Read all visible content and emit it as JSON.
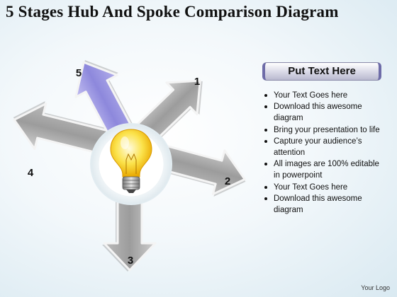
{
  "title": "5 Stages Hub And Spoke Comparison Diagram",
  "diagram": {
    "stages": [
      {
        "label": "1",
        "icon": "arrow-up-right"
      },
      {
        "label": "2",
        "icon": "arrow-right"
      },
      {
        "label": "3",
        "icon": "arrow-down"
      },
      {
        "label": "4",
        "icon": "arrow-left"
      },
      {
        "label": "5",
        "icon": "arrow-up-left",
        "highlighted": true
      }
    ],
    "hub_icon": "light-bulb-icon",
    "colors": {
      "arrow_gray": "#a8a8a8",
      "arrow_highlight": "#a6a2e6",
      "bulb": "#f7d21e"
    }
  },
  "panel": {
    "header": "Put Text Here",
    "bullets": [
      "Your Text Goes here",
      "Download this awesome diagram",
      "Bring your presentation to life",
      "Capture your audience’s attention",
      "All images are 100% editable in powerpoint",
      "Your Text Goes here",
      "Download this awesome diagram"
    ]
  },
  "logo": "Your Logo"
}
